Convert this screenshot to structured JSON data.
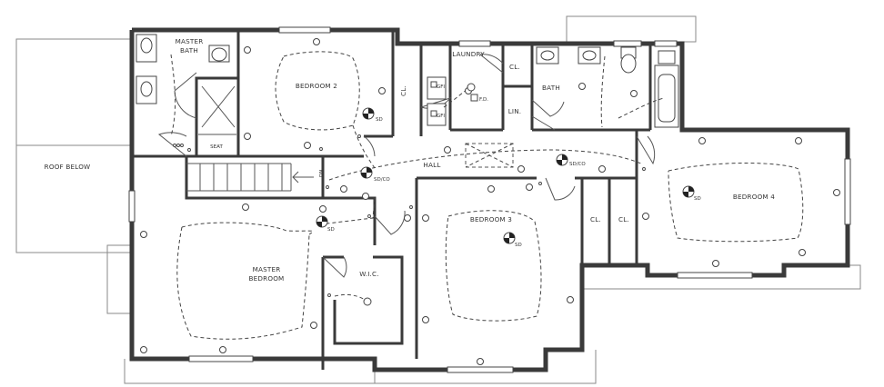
{
  "plan": {
    "rooms": {
      "master_bath": [
        "MASTER",
        "BATH"
      ],
      "bedroom2": "BEDROOM 2",
      "laundry": "LAUNDRY",
      "closet_laundry": "CL.",
      "bath": "BATH",
      "linen": "LIN.",
      "hall": "HALL",
      "roof_below": "ROOF BELOW",
      "bedroom3": "BEDROOM 3",
      "bedroom4": "BEDROOM 4",
      "closet_b3": "CL.",
      "closet_b4": "CL.",
      "master_bedroom": [
        "MASTER",
        "BEDROOM"
      ],
      "wic": "W.I.C.",
      "seat": "SEAT",
      "closet_b2": "CL."
    },
    "tags": {
      "gfi_top": "GFI",
      "gfi_bottom": "GFI",
      "floor_drain": "F.D.",
      "smoke_co_hall": "SD/CO",
      "smoke_co_hall2": "SD/CO",
      "smoke_b2": "SD",
      "smoke_b3": "SD",
      "smoke_b4": "SD",
      "smoke_mbr": "SD",
      "stair_dn": "DN"
    },
    "colors": {
      "wall": "#3a3a3a",
      "line": "#555555",
      "ghost": "#8a8a8a"
    }
  }
}
